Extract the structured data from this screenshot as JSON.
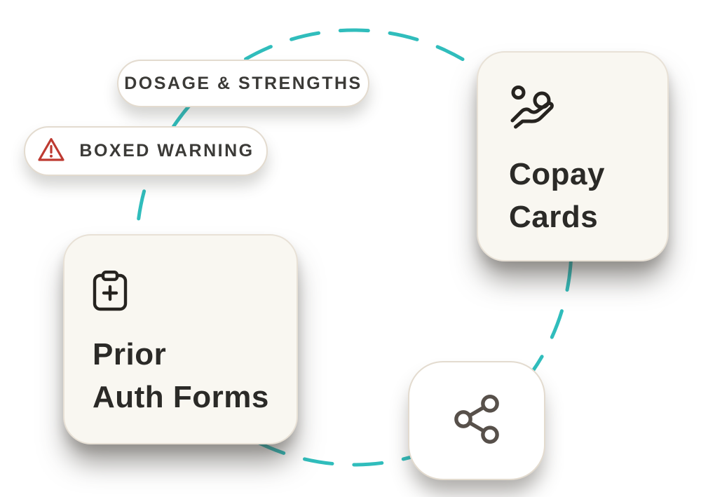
{
  "colors": {
    "accent": "#30BDBC",
    "card_bg": "#F9F7F1",
    "card_border": "#E8E1D6",
    "pill_bg": "#FFFFFF",
    "pill_border": "#E3DBCF",
    "heading": "#2B2A27",
    "pill_text": "#3B3A37",
    "warning": "#BE3A31",
    "icon": "#26231F",
    "share_icon": "#57504A"
  },
  "badges": {
    "dosage": {
      "label": "DOSAGE & STRENGTHS"
    },
    "boxed_warning": {
      "label": "BOXED WARNING",
      "icon": "warning-triangle-icon"
    }
  },
  "cards": {
    "prior_auth": {
      "title_line1": "Prior",
      "title_line2": "Auth Forms",
      "icon": "clipboard-plus-icon"
    },
    "copay": {
      "title_line1": "Copay",
      "title_line2": "Cards",
      "icon": "hand-holding-person-icon"
    },
    "share": {
      "icon": "share-icon"
    }
  },
  "connector": {
    "type": "dashed-circle",
    "color": "#30BDBC"
  }
}
